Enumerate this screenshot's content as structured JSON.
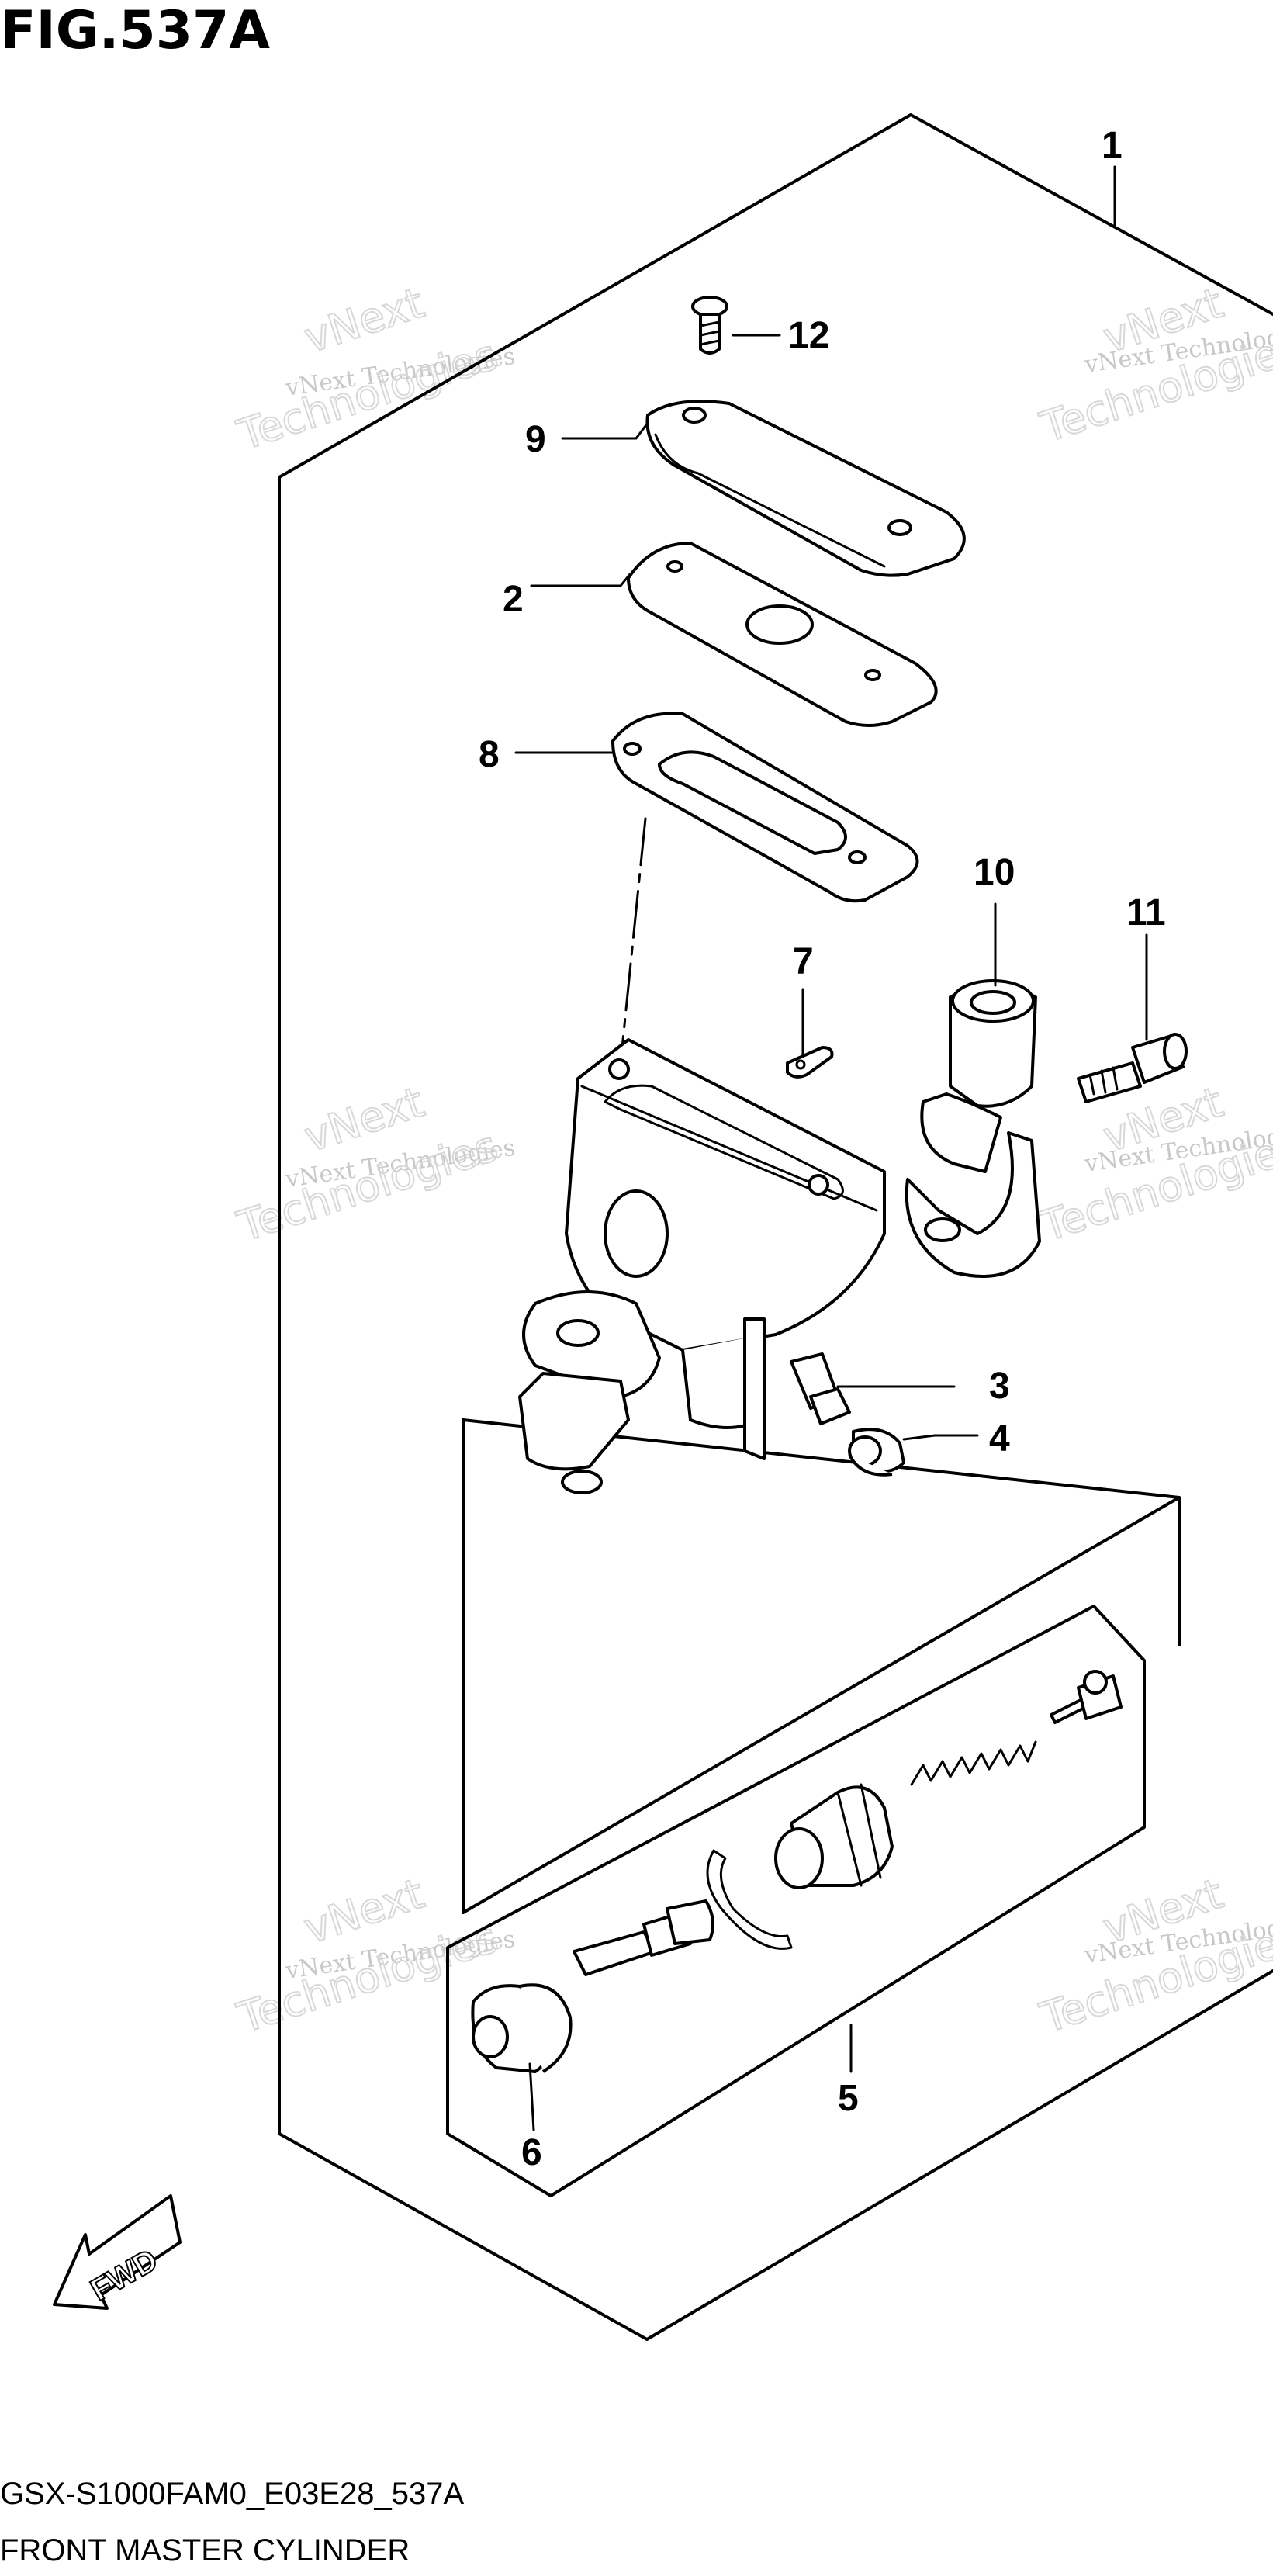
{
  "figure": {
    "title": "FIG.537A"
  },
  "callouts": [
    {
      "id": "1",
      "label": "1"
    },
    {
      "id": "2",
      "label": "2"
    },
    {
      "id": "3",
      "label": "3"
    },
    {
      "id": "4",
      "label": "4"
    },
    {
      "id": "5",
      "label": "5"
    },
    {
      "id": "6",
      "label": "6"
    },
    {
      "id": "7",
      "label": "7"
    },
    {
      "id": "8",
      "label": "8"
    },
    {
      "id": "9",
      "label": "9"
    },
    {
      "id": "10",
      "label": "10"
    },
    {
      "id": "11",
      "label": "11"
    },
    {
      "id": "12",
      "label": "12"
    }
  ],
  "direction_arrow": {
    "label": "FWD"
  },
  "watermark": {
    "line1": "vNext Technologies",
    "line2": "vNext",
    "line3": "Technologies"
  },
  "footer": {
    "model_code": "GSX-S1000FAM0_E03E28_537A",
    "caption": "FRONT MASTER CYLINDER"
  }
}
